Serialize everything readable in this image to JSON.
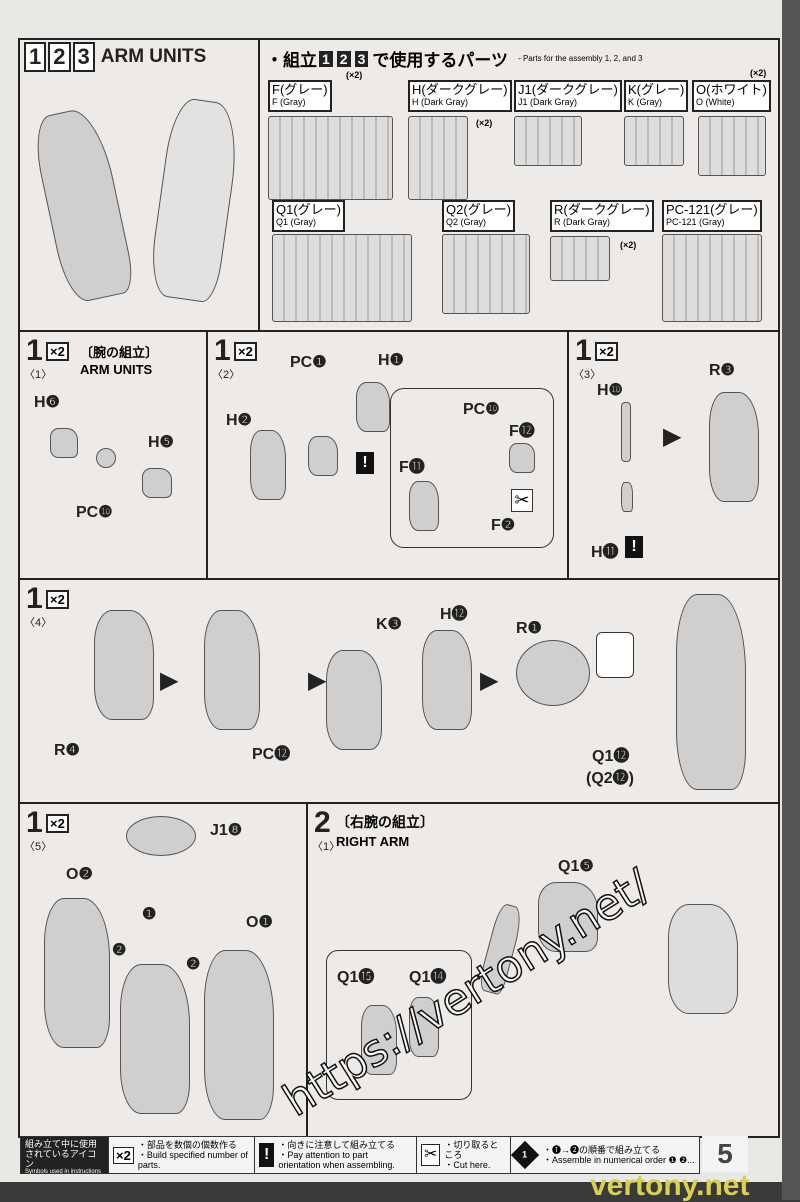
{
  "header": {
    "nums": [
      "1",
      "2",
      "3"
    ],
    "title": "ARM UNITS"
  },
  "parts": {
    "title_jp": "・組立",
    "nums": [
      "1",
      "2",
      "3"
    ],
    "title_jp2": "で使用するパーツ",
    "title_en": "- Parts for the assembly 1, 2, and 3",
    "items": [
      {
        "jp": "F(グレー)",
        "en": "F (Gray)",
        "mult": "(×2)"
      },
      {
        "jp": "H(ダークグレー)",
        "en": "H (Dark Gray)",
        "mult": "(×2)"
      },
      {
        "jp": "J1(ダークグレー)",
        "en": "J1 (Dark Gray)",
        "mult": ""
      },
      {
        "jp": "K(グレー)",
        "en": "K (Gray)",
        "mult": ""
      },
      {
        "jp": "O(ホワイト)",
        "en": "O (White)",
        "mult": "(×2)"
      },
      {
        "jp": "Q1(グレー)",
        "en": "Q1 (Gray)",
        "mult": ""
      },
      {
        "jp": "Q2(グレー)",
        "en": "Q2 (Gray)",
        "mult": ""
      },
      {
        "jp": "R(ダークグレー)",
        "en": "R (Dark Gray)",
        "mult": "(×2)"
      },
      {
        "jp": "PC-121(グレー)",
        "en": "PC-121 (Gray)",
        "mult": ""
      }
    ]
  },
  "steps": {
    "s1_1": {
      "n": "1",
      "sub": "〈1〉",
      "x": "×2",
      "jp": "〔腕の組立〕",
      "en": "ARM UNITS",
      "labels": [
        "H❻",
        "H❺",
        "PC❿"
      ]
    },
    "s1_2": {
      "n": "1",
      "sub": "〈2〉",
      "x": "×2",
      "labels": [
        "PC❶",
        "H❶",
        "H❷",
        "PC❿",
        "F⓬",
        "F⓫",
        "F❷"
      ]
    },
    "s1_3": {
      "n": "1",
      "sub": "〈3〉",
      "x": "×2",
      "labels": [
        "H❿",
        "R❸",
        "H⓫"
      ]
    },
    "s1_4": {
      "n": "1",
      "sub": "〈4〉",
      "x": "×2",
      "labels": [
        "R❹",
        "PC⓬",
        "K❸",
        "H⓬",
        "R❶",
        "Q1⓬",
        "(Q2⓬)"
      ]
    },
    "s1_5": {
      "n": "1",
      "sub": "〈5〉",
      "x": "×2",
      "labels": [
        "J1❽",
        "O❷",
        "O❶",
        "❶",
        "❷",
        "❷"
      ]
    },
    "s2_1": {
      "n": "2",
      "sub": "〈1〉",
      "jp": "〔右腕の組立〕",
      "en": "RIGHT ARM",
      "labels": [
        "Q1❺",
        "Q1⓯",
        "Q1⓮"
      ]
    }
  },
  "legend": {
    "title_jp": "組み立て中に使用されているアイコン",
    "title_en": "Symbols used in instructions",
    "items": [
      {
        "icon": "×2",
        "jp": "・部品を数個の個数作る",
        "en": "・Build specified number of parts."
      },
      {
        "icon": "!",
        "jp": "・向きに注意して組み立てる",
        "en": "・Pay attention to part orientation when assembling."
      },
      {
        "icon": "✂",
        "jp": "・切り取るところ",
        "en": "・Cut here."
      },
      {
        "icon": "1",
        "jp": "・❶→❷の順番で組み立てる",
        "en": "・Assemble in numerical order ❶ ❷..."
      }
    ]
  },
  "page_number": "5",
  "watermark": {
    "url": "https://vertony.net/",
    "site": "vertony.net"
  }
}
